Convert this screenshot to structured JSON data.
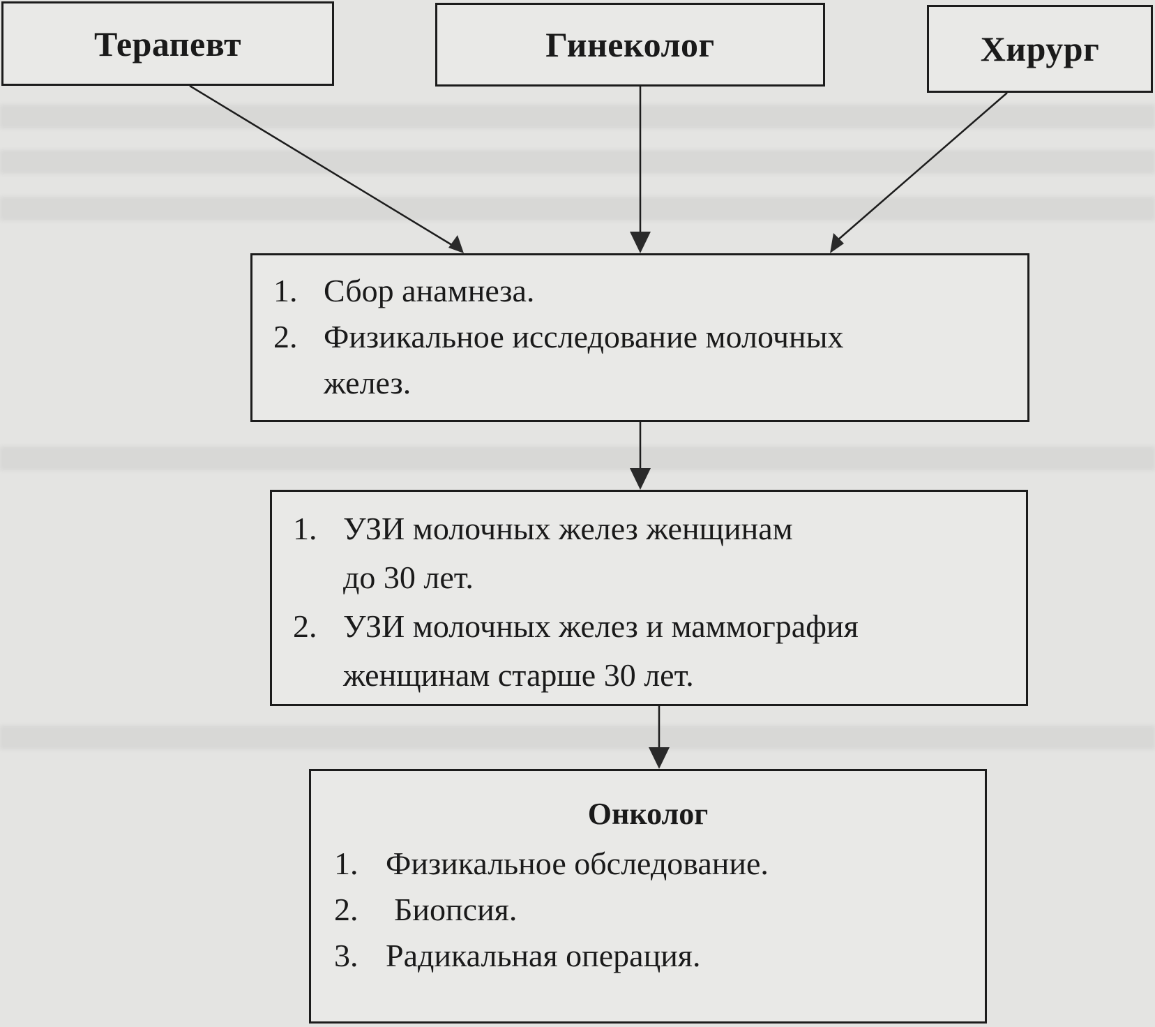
{
  "diagram": {
    "sources": [
      {
        "id": "therapist",
        "label": "Терапевт"
      },
      {
        "id": "gynecologist",
        "label": "Гинеколог"
      },
      {
        "id": "surgeon",
        "label": "Хирург"
      }
    ],
    "step1": {
      "items": [
        {
          "num": "1.",
          "lines": [
            "Сбор анамнеза."
          ]
        },
        {
          "num": "2.",
          "lines": [
            "Физикальное исследование молочных",
            "желез."
          ]
        }
      ]
    },
    "step2": {
      "items": [
        {
          "num": "1.",
          "lines": [
            "УЗИ молочных желез женщинам",
            "до 30 лет."
          ]
        },
        {
          "num": "2.",
          "lines": [
            "УЗИ молочных желез и маммография",
            "женщинам старше 30 лет."
          ]
        }
      ]
    },
    "step3": {
      "title": "Онколог",
      "items": [
        {
          "num": "1.",
          "text": "Физикальное обследование."
        },
        {
          "num": "2.",
          "text": "Биопсия."
        },
        {
          "num": "3.",
          "text": "Радикальная операция."
        }
      ]
    },
    "edges": [
      {
        "from": "therapist",
        "to": "step1"
      },
      {
        "from": "gynecologist",
        "to": "step1"
      },
      {
        "from": "surgeon",
        "to": "step1"
      },
      {
        "from": "step1",
        "to": "step2"
      },
      {
        "from": "step2",
        "to": "step3"
      }
    ],
    "colors": {
      "line": "#1c1c1c",
      "paper": "#e4e4e2"
    }
  }
}
